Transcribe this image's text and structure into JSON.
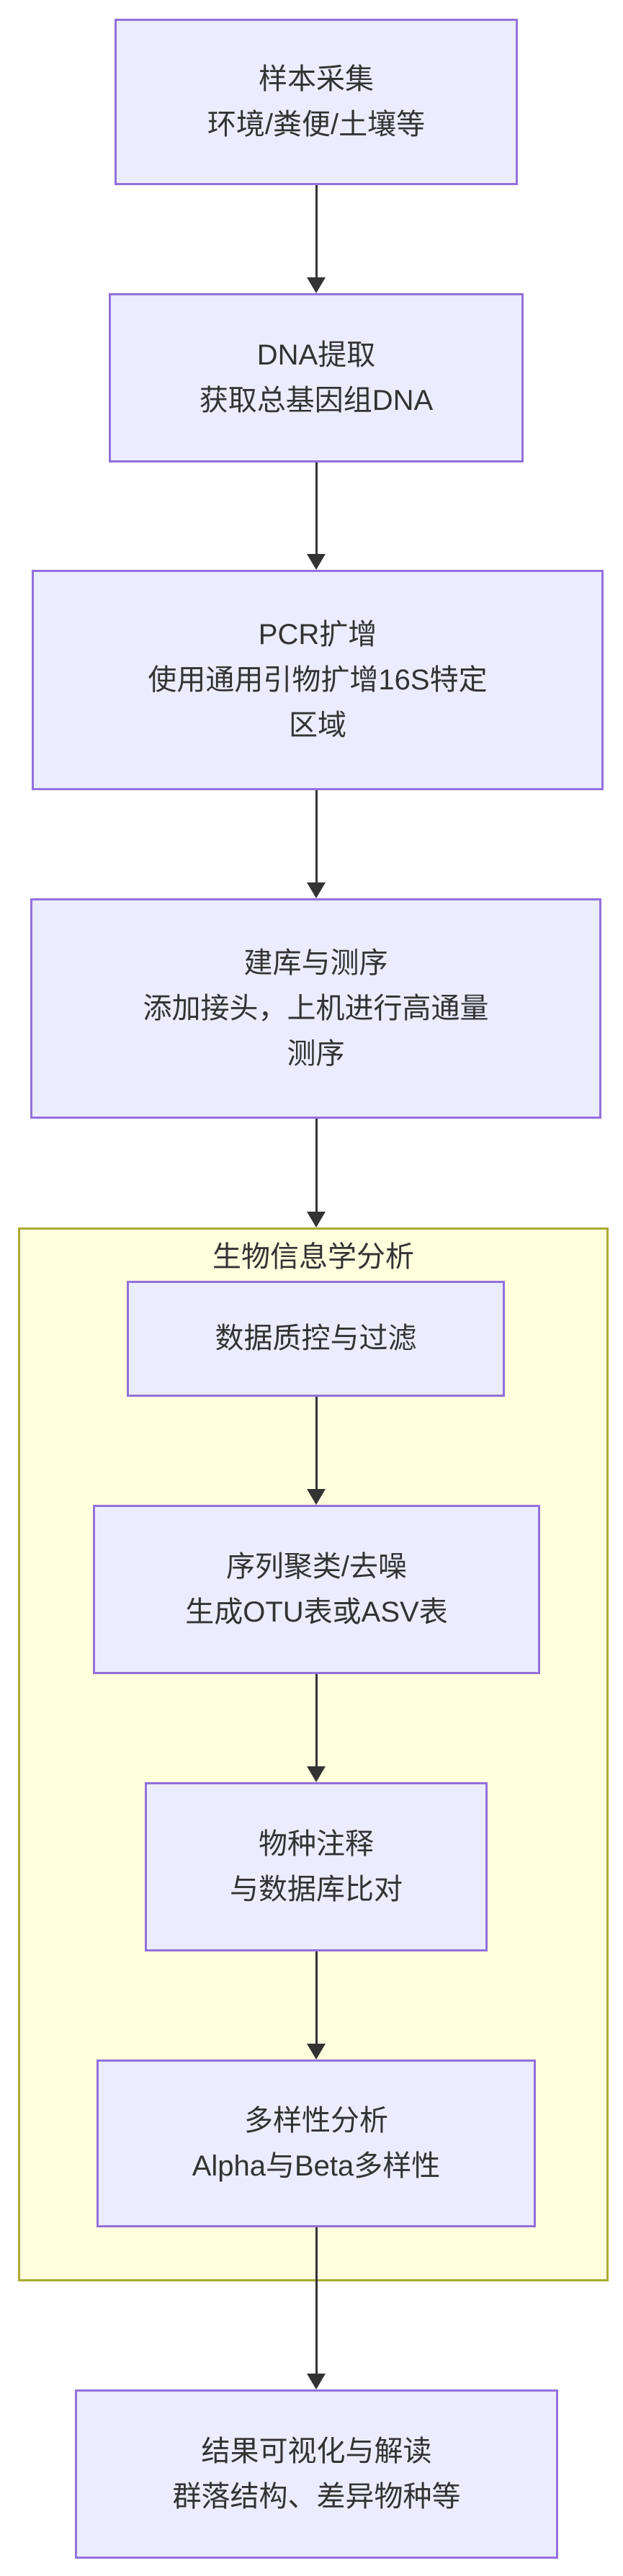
{
  "diagram": {
    "cluster": {
      "title": "生物信息学分析"
    },
    "nodes": [
      {
        "id": "sample",
        "lines": [
          "样本采集",
          "环境/粪便/土壤等"
        ]
      },
      {
        "id": "dna",
        "lines": [
          "DNA提取",
          "获取总基因组DNA"
        ]
      },
      {
        "id": "pcr",
        "lines": [
          "PCR扩增",
          "使用通用引物扩增16S特定",
          "区域"
        ]
      },
      {
        "id": "library",
        "lines": [
          "建库与测序",
          "添加接头，上机进行高通量",
          "测序"
        ]
      },
      {
        "id": "qc",
        "lines": [
          "数据质控与过滤"
        ]
      },
      {
        "id": "cluster",
        "lines": [
          "序列聚类/去噪",
          "生成OTU表或ASV表"
        ]
      },
      {
        "id": "annotation",
        "lines": [
          "物种注释",
          "与数据库比对"
        ]
      },
      {
        "id": "diversity",
        "lines": [
          "多样性分析",
          "Alpha与Beta多样性"
        ]
      },
      {
        "id": "result",
        "lines": [
          "结果可视化与解读",
          "群落结构、差异物种等"
        ]
      }
    ],
    "colors": {
      "node-fill": "#ECECFF",
      "node-border": "#9370DB",
      "cluster-fill": "#FFFFDE",
      "cluster-border": "#AAAA33",
      "edge": "#333333",
      "text": "#333333"
    }
  }
}
